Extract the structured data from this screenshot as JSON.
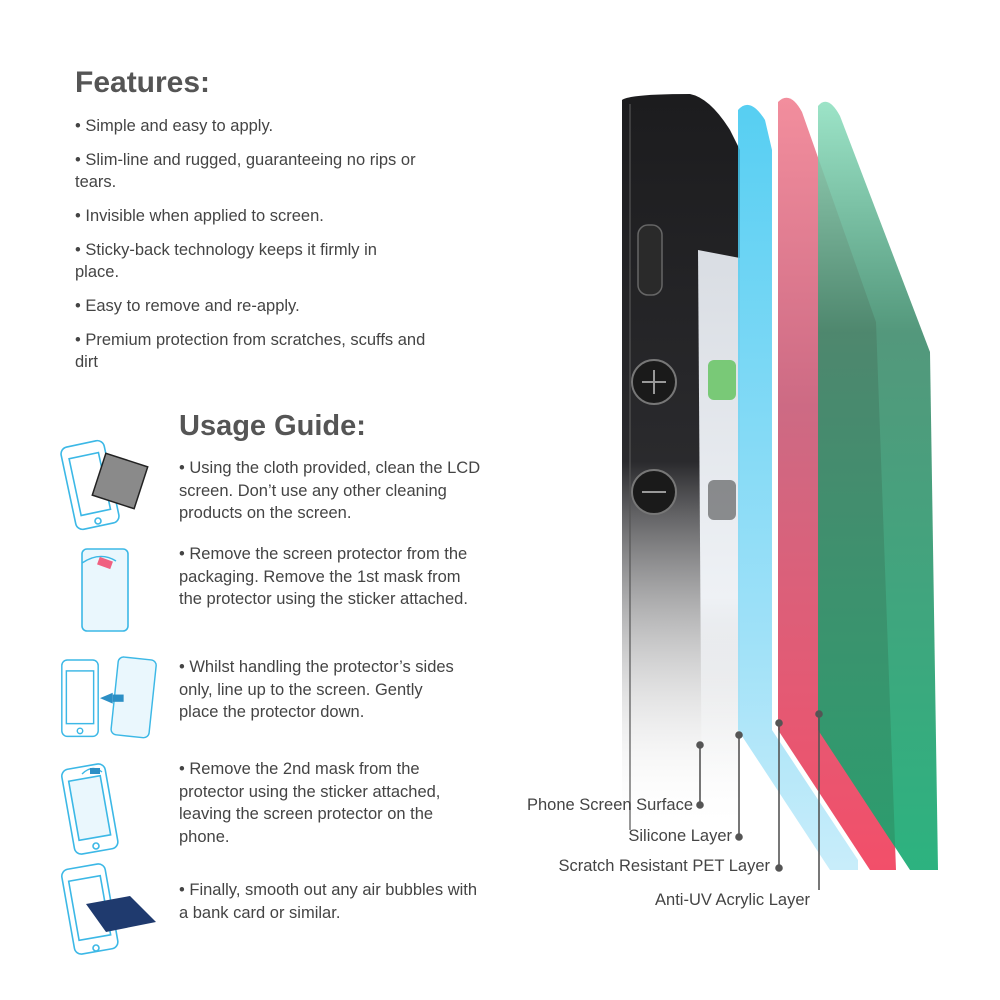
{
  "features": {
    "title": "Features:",
    "items": [
      "• Simple and easy to apply.",
      "• Slim-line and rugged, guaranteeing no rips or tears.",
      "• Invisible when applied to screen.",
      "• Sticky-back technology keeps it firmly in place.",
      "• Easy to remove and re-apply.",
      "• Premium protection from scratches, scuffs and dirt"
    ]
  },
  "usage": {
    "title": "Usage Guide:",
    "steps": [
      {
        "text": "• Using the cloth provided, clean the LCD screen. Don’t use any other cleaning products on the screen.",
        "icon": "cloth-cleaning-icon"
      },
      {
        "text": "• Remove the screen protector from the packaging. Remove the 1st mask from the protector using the sticker attached.",
        "icon": "peel-mask-icon"
      },
      {
        "text": "• Whilst handling the protector’s sides only, line up to the screen. Gently place the protector down.",
        "icon": "align-protector-icon"
      },
      {
        "text": "• Remove the 2nd mask from the protector using the sticker attached, leaving the screen protector on the phone.",
        "icon": "remove-second-mask-icon"
      },
      {
        "text": "• Finally, smooth out any air bubbles with a bank card or similar.",
        "icon": "bank-card-smooth-icon"
      }
    ]
  },
  "layers": {
    "callouts": [
      "Phone Screen Surface",
      "Silicone Layer",
      "Scratch Resistant PET Layer",
      "Anti-UV Acrylic Layer"
    ],
    "colors": {
      "silicone": "#39c6f0",
      "pet": "#f0304f",
      "acrylic": "#10a86e",
      "phone": "#1c1c1e",
      "icon_outline": "#3cb8e6"
    }
  }
}
